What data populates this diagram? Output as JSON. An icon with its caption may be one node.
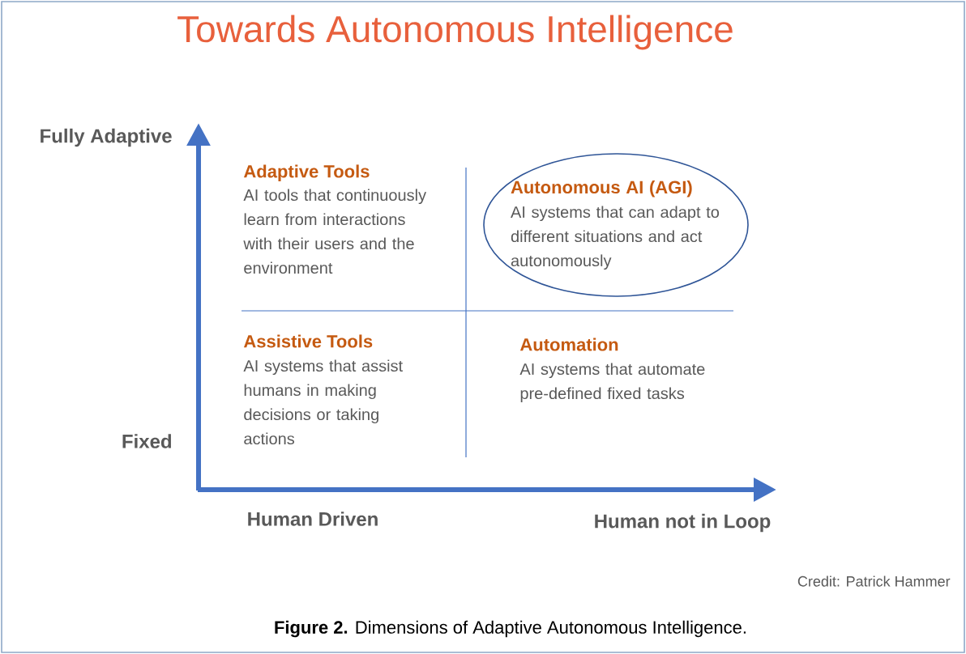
{
  "diagram": {
    "title": "Towards Autonomous Intelligence",
    "caption": "**Figure 2.** Dimensions of Adaptive Autonomous Intelligence.",
    "nodes": [
      {
        "text": [
          "Autonomous AI (AGI)",
          "AI systems that can adapt to different situations and act autonomously"
        ]
      }
    ],
    "labels": [
      "Fully Adaptive",
      "Adaptive Tools",
      "AI tools that continuously learn from interactions with their users and the environment",
      "Assistive Tools",
      "AI systems that assist humans in making decisions or taking actions",
      "Automation",
      "AI systems that automate pre-defined fixed tasks",
      "Fixed",
      "Human Driven",
      "Human not in Loop",
      "Credit: Patrick Hammer"
    ]
  }
}
